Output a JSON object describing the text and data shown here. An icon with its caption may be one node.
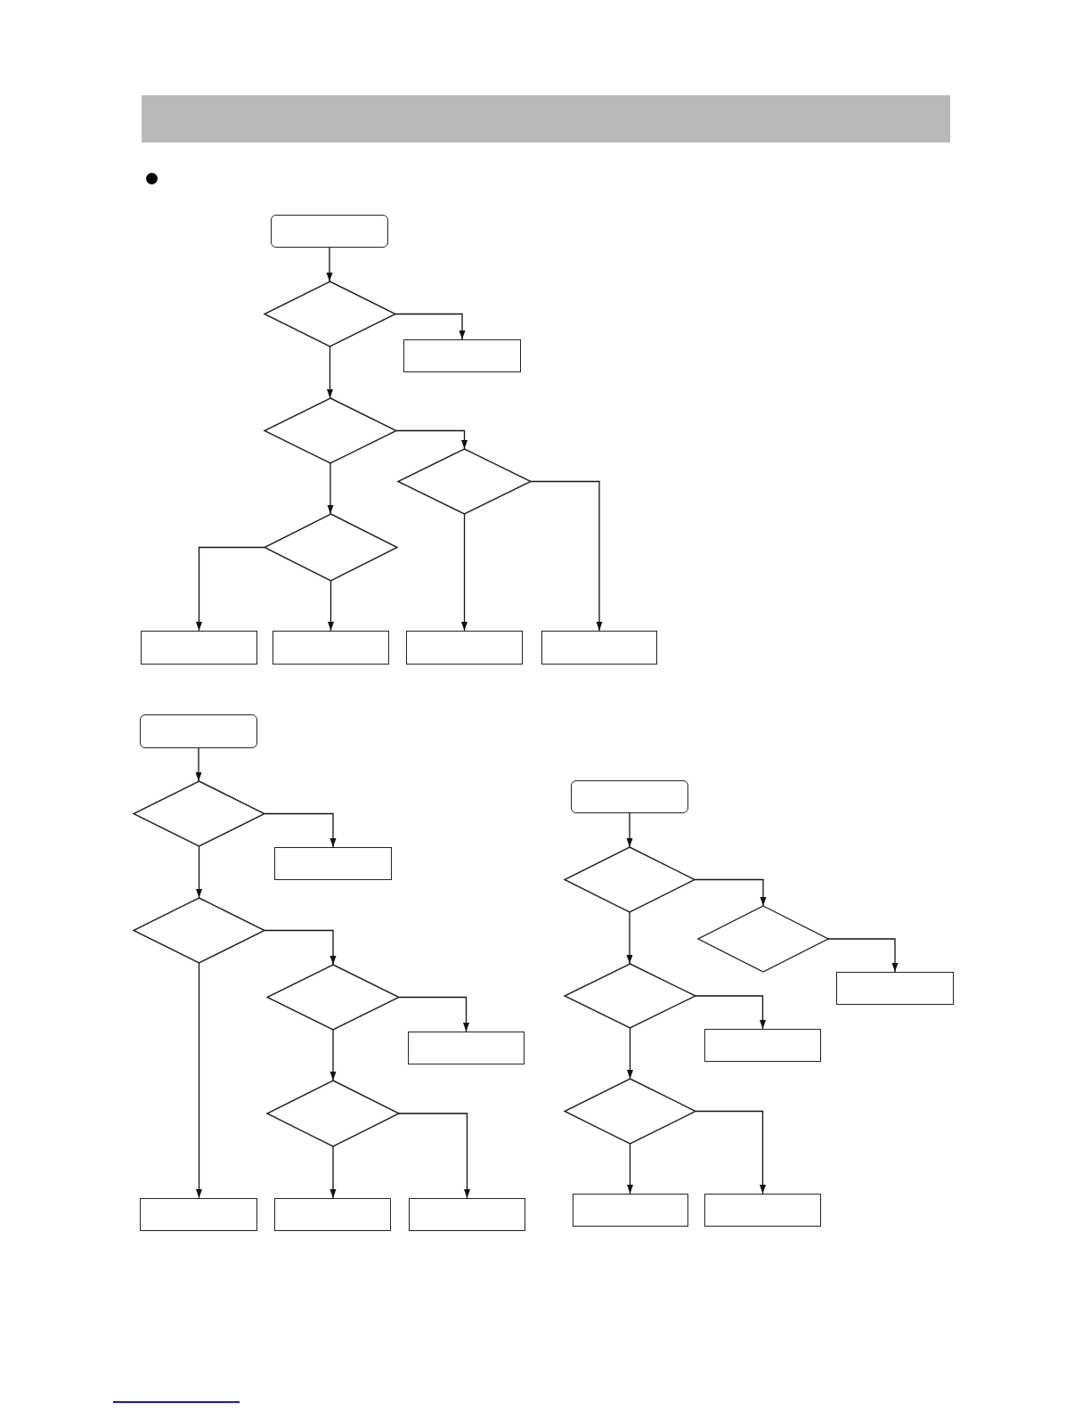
{
  "diagram": {
    "nodes": [
      {
        "text": [],
        "shape": "terminal"
      },
      {
        "text": [],
        "shape": "diamond"
      },
      {
        "text": [],
        "shape": "box"
      },
      {
        "text": [],
        "shape": "diamond"
      },
      {
        "text": [],
        "shape": "diamond"
      },
      {
        "text": [],
        "shape": "diamond"
      },
      {
        "text": [],
        "shape": "box"
      },
      {
        "text": [],
        "shape": "box"
      },
      {
        "text": [],
        "shape": "box"
      },
      {
        "text": [],
        "shape": "box"
      },
      {
        "text": [],
        "shape": "terminal"
      },
      {
        "text": [],
        "shape": "diamond"
      },
      {
        "text": [],
        "shape": "box"
      },
      {
        "text": [],
        "shape": "diamond"
      },
      {
        "text": [],
        "shape": "diamond"
      },
      {
        "text": [],
        "shape": "box"
      },
      {
        "text": [],
        "shape": "diamond"
      },
      {
        "text": [],
        "shape": "box"
      },
      {
        "text": [],
        "shape": "box"
      },
      {
        "text": [],
        "shape": "box"
      },
      {
        "text": [],
        "shape": "terminal"
      },
      {
        "text": [],
        "shape": "diamond"
      },
      {
        "text": [],
        "shape": "diamond"
      },
      {
        "text": [],
        "shape": "box"
      },
      {
        "text": [],
        "shape": "diamond"
      },
      {
        "text": [],
        "shape": "box"
      },
      {
        "text": [],
        "shape": "diamond"
      },
      {
        "text": [],
        "shape": "box"
      },
      {
        "text": [],
        "shape": "box"
      }
    ],
    "edges": [
      {
        "from": 0,
        "to": 1,
        "arrow": "to"
      },
      {
        "from": 1,
        "to": 2,
        "arrow": "to"
      },
      {
        "from": 1,
        "to": 3,
        "arrow": "to"
      },
      {
        "from": 3,
        "to": 4,
        "arrow": "to"
      },
      {
        "from": 3,
        "to": 5,
        "arrow": "to"
      },
      {
        "from": 4,
        "to": 9,
        "arrow": "to"
      },
      {
        "from": 4,
        "to": 8,
        "arrow": "to"
      },
      {
        "from": 5,
        "to": 6,
        "arrow": "to"
      },
      {
        "from": 5,
        "to": 7,
        "arrow": "to"
      },
      {
        "from": 10,
        "to": 11,
        "arrow": "to"
      },
      {
        "from": 11,
        "to": 12,
        "arrow": "to"
      },
      {
        "from": 11,
        "to": 13,
        "arrow": "to"
      },
      {
        "from": 13,
        "to": 14,
        "arrow": "to"
      },
      {
        "from": 14,
        "to": 15,
        "arrow": "to"
      },
      {
        "from": 13,
        "to": 17,
        "arrow": "to"
      },
      {
        "from": 14,
        "to": 16,
        "arrow": "to"
      },
      {
        "from": 16,
        "to": 18,
        "arrow": "to"
      },
      {
        "from": 16,
        "to": 19,
        "arrow": "to"
      },
      {
        "from": 20,
        "to": 21,
        "arrow": "to"
      },
      {
        "from": 21,
        "to": 22,
        "arrow": "to"
      },
      {
        "from": 22,
        "to": 23,
        "arrow": "to"
      },
      {
        "from": 21,
        "to": 24,
        "arrow": "to"
      },
      {
        "from": 24,
        "to": 25,
        "arrow": "to"
      },
      {
        "from": 24,
        "to": 26,
        "arrow": "to"
      },
      {
        "from": 26,
        "to": 27,
        "arrow": "to"
      },
      {
        "from": 26,
        "to": 28,
        "arrow": "to"
      }
    ]
  }
}
